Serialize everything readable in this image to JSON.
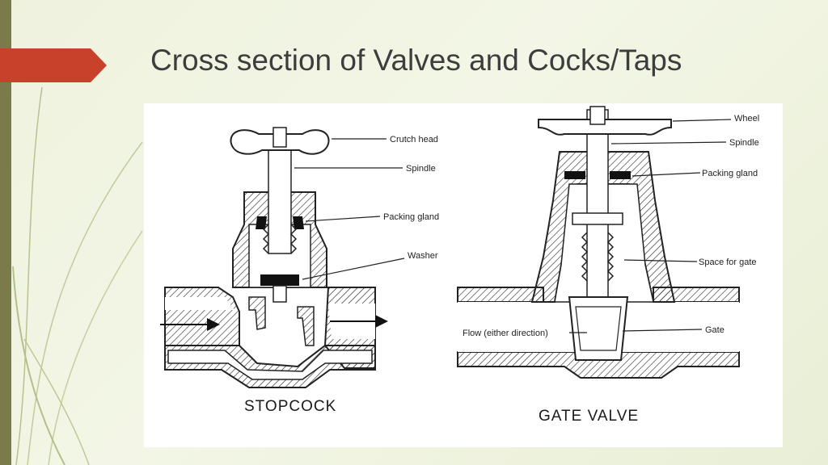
{
  "slide": {
    "title": "Cross section of Valves and Cocks/Taps",
    "accent_color": "#c8412a",
    "background_color": "#eef2dd",
    "strip_color": "#7a7a4a"
  },
  "figure": {
    "stopcock": {
      "caption": "STOPCOCK",
      "labels": {
        "crutch_head": "Crutch head",
        "spindle": "Spindle",
        "packing_gland": "Packing gland",
        "washer": "Washer"
      }
    },
    "gate_valve": {
      "caption": "GATE VALVE",
      "labels": {
        "wheel": "Wheel",
        "spindle": "Spindle",
        "packing_gland": "Packing gland",
        "space_for_gate": "Space for gate",
        "flow": "Flow (either direction)",
        "gate": "Gate"
      }
    }
  }
}
